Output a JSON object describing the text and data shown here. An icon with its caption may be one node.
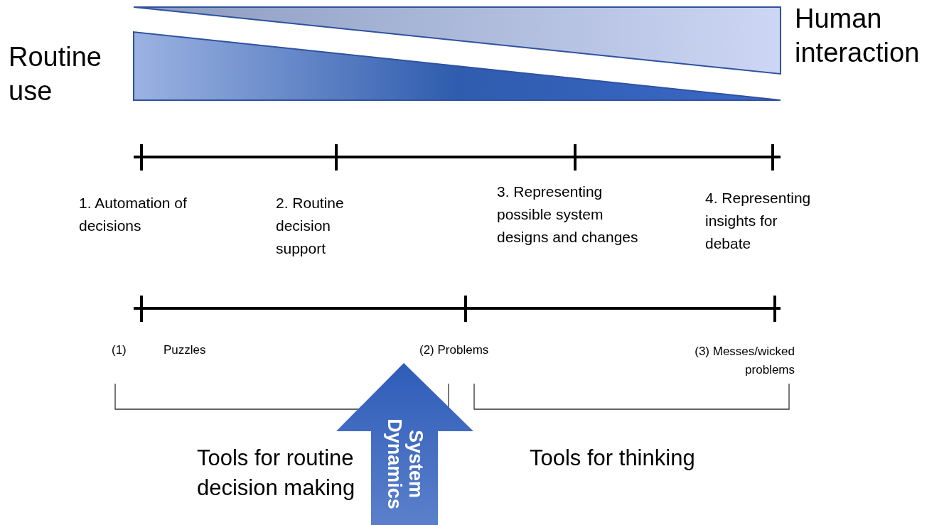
{
  "diagram": {
    "nodes": [
      {
        "text": [
          "System Dynamics"
        ]
      }
    ],
    "labels": [
      "Routine use",
      "Human interaction",
      "1. Automation of decisions",
      "2. Routine decision support",
      "3. Representing possible system designs and changes",
      "4. Representing insights for debate",
      "(1)",
      "Puzzles",
      "(2) Problems",
      "(3) Messes/wicked problems",
      "Tools for routine decision making",
      "Tools for thinking"
    ]
  }
}
